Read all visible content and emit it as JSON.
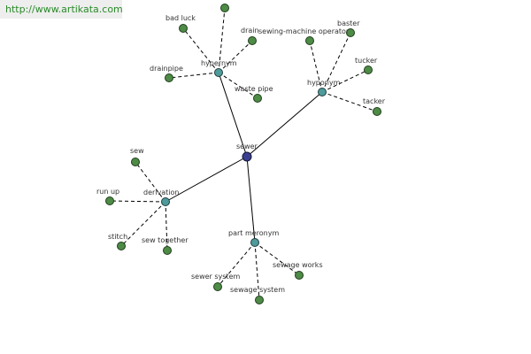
{
  "header": {
    "url": "http://www.artikata.com"
  },
  "root": {
    "id": "sewer",
    "label": "sewer"
  },
  "relations": [
    {
      "id": "hypernym",
      "label": "hypernym",
      "leaves": [
        {
          "id": "cut-off-top",
          "label": ""
        },
        {
          "id": "bad-luck",
          "label": "bad luck"
        },
        {
          "id": "drain",
          "label": "drain"
        },
        {
          "id": "drainpipe",
          "label": "drainpipe"
        },
        {
          "id": "waste-pipe",
          "label": "waste pipe"
        }
      ]
    },
    {
      "id": "hyponym",
      "label": "hyponym",
      "leaves": [
        {
          "id": "sewing-machine-operator",
          "label": "sewing-machine operator"
        },
        {
          "id": "baster",
          "label": "baster"
        },
        {
          "id": "tucker",
          "label": "tucker"
        },
        {
          "id": "tacker",
          "label": "tacker"
        }
      ]
    },
    {
      "id": "derivation",
      "label": "derivation",
      "leaves": [
        {
          "id": "sew",
          "label": "sew"
        },
        {
          "id": "run-up",
          "label": "run up"
        },
        {
          "id": "stitch",
          "label": "stitch"
        },
        {
          "id": "sew-together",
          "label": "sew together"
        }
      ]
    },
    {
      "id": "part-meronym",
      "label": "part meronym",
      "leaves": [
        {
          "id": "sewer-system",
          "label": "sewer system"
        },
        {
          "id": "sewage-system",
          "label": "sewage system"
        },
        {
          "id": "sewage-works",
          "label": "sewage works"
        }
      ]
    }
  ]
}
